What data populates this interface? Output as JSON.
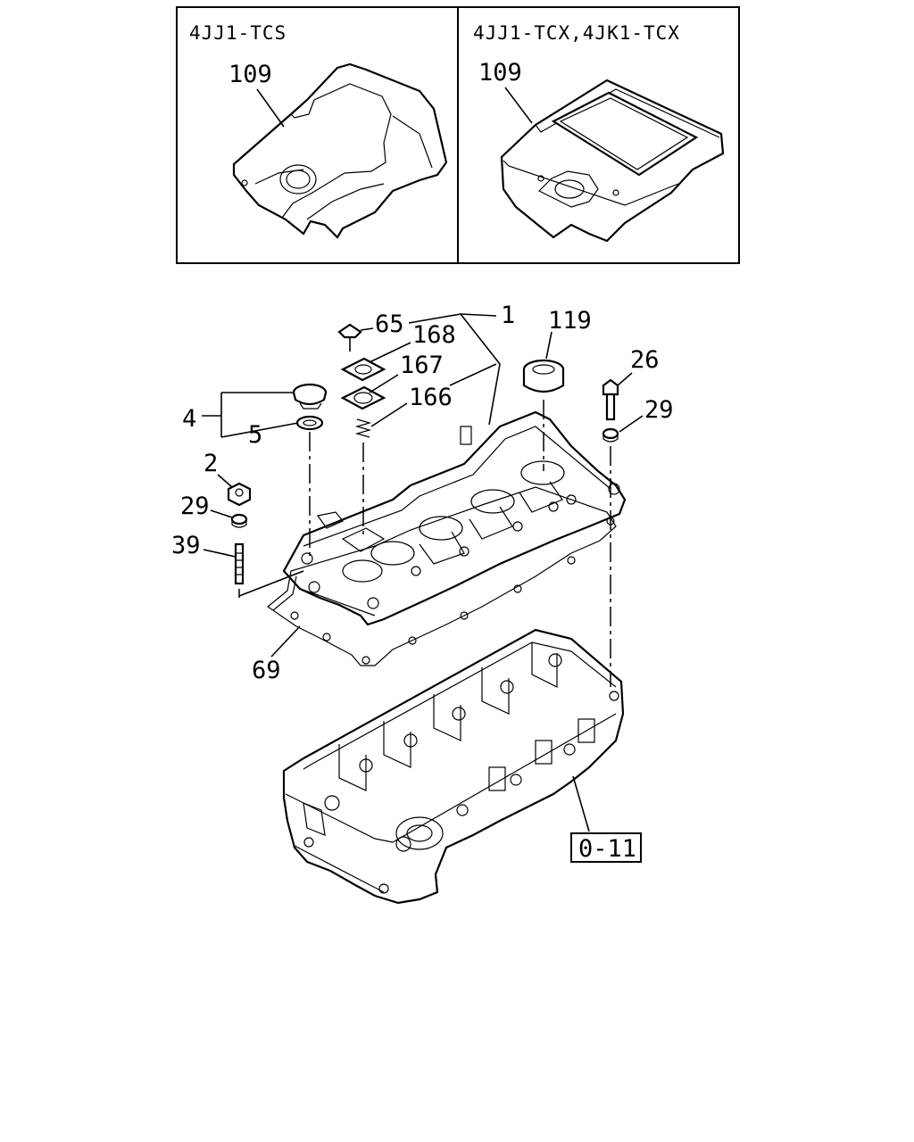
{
  "panels": {
    "left_title": "4JJ1-TCS",
    "right_title": "4JJ1-TCX,4JK1-TCX",
    "left_callout": "109",
    "right_callout": "109"
  },
  "callouts": {
    "c65": "65",
    "c1": "1",
    "c119": "119",
    "c168": "168",
    "c167": "167",
    "c166": "166",
    "c26": "26",
    "c29_right": "29",
    "c4": "4",
    "c5": "5",
    "c2": "2",
    "c29_left": "29",
    "c39": "39",
    "c69": "69"
  },
  "reference_box": "0-11"
}
